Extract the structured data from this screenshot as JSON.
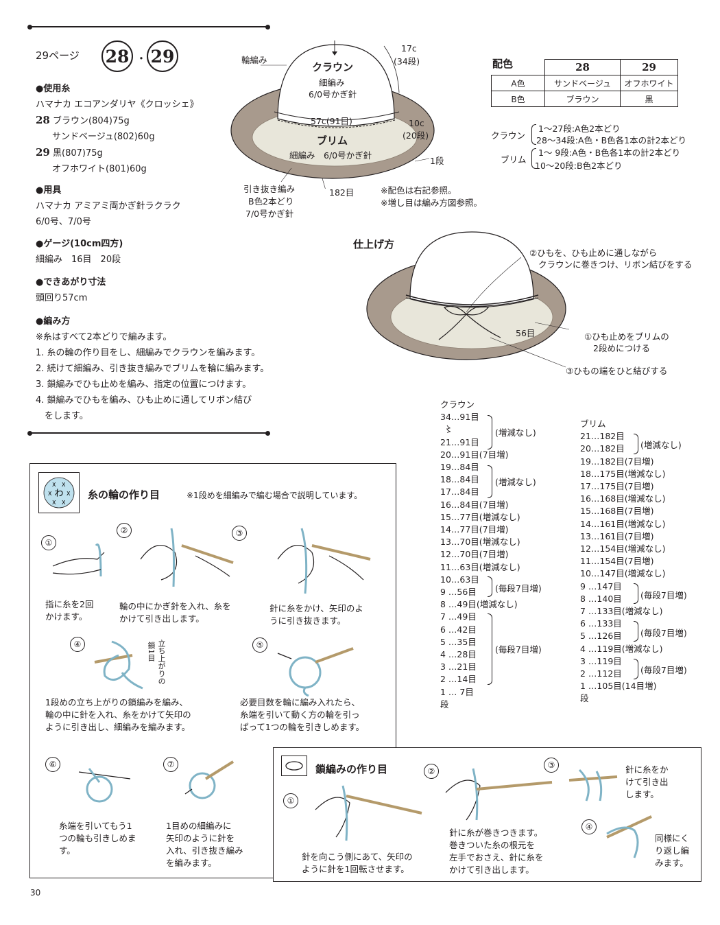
{
  "header": {
    "page_ref": "29ページ",
    "num1": "28",
    "sep": "・",
    "num2": "29"
  },
  "materials": {
    "title": "●使用糸",
    "brand": "ハマナカ エコアンダリヤ《クロッシェ》",
    "m28_num": "28",
    "m28_line1": "ブラウン(804)75g",
    "m28_line2": "サンドベージュ(802)60g",
    "m29_num": "29",
    "m29_line1": "黒(807)75g",
    "m29_line2": "オフホワイト(801)60g"
  },
  "tools": {
    "title": "●用具",
    "line1": "ハマナカ アミアミ両かぎ針ラクラク",
    "line2": "6/0号、7/0号"
  },
  "gauge": {
    "title": "●ゲージ(10cm四方)",
    "line": "細編み　16目　20段"
  },
  "size": {
    "title": "●できあがり寸法",
    "line": "頭回り57cm"
  },
  "method": {
    "title": "●編み方",
    "lines": [
      "※糸はすべて2本どりで編みます。",
      "1. 糸の輪の作り目をし、細編みでクラウンを編みます。",
      "2. 続けて細編み、引き抜き編みでブリムを輪に編みます。",
      "3. 鎖編みでひも止めを編み、指定の位置につけます。",
      "4. 鎖編みでひもを編み、ひも止めに通してリボン結び",
      "　をします。"
    ]
  },
  "hat": {
    "wa": "輪編み",
    "crown": "クラウン",
    "crown_stitch1": "細編み",
    "crown_stitch2": "6/0号かぎ針",
    "c17": "17c",
    "c17b": "(34段)",
    "c57": "57c(91目)",
    "c10": "10c",
    "c10b": "(20段)",
    "brim": "ブリム",
    "brim_stitch": "細編み　6/0号かぎ針",
    "r1": "1段",
    "s182": "182目",
    "hiki1": "引き抜き編み",
    "hiki2": "B色2本どり",
    "hiki3": "7/0号かぎ針",
    "note1": "※配色は右記参照。",
    "note2": "※増し目は編み方図参照。"
  },
  "colors": {
    "title": "配色",
    "h28": "28",
    "h29": "29",
    "rowA": [
      "A色",
      "サンドベージュ",
      "オフホワイト"
    ],
    "rowB": [
      "B色",
      "ブラウン",
      "黒"
    ],
    "crown_label": "クラウン",
    "crown1": "1〜27段:A色2本どり",
    "crown2": "28〜34段:A色・B色各1本の計2本どり",
    "brim_label": "ブリム",
    "brim1": "1〜 9段:A色・B色各1本の計2本どり",
    "brim2": "10〜20段:B色2本どり"
  },
  "finish": {
    "title": "仕上げ方",
    "n2a": "②ひもを、ひも止めに通しながら",
    "n2b": "クラウンに巻きつけ、リボン結びをする",
    "s56": "56目",
    "n1a": "①ひも止めをブリムの",
    "n1b": "2段めにつける",
    "n3": "③ひもの端をひと結びする"
  },
  "crown_table": {
    "title": "クラウン",
    "rows": [
      "34…91目",
      "〻",
      "21…91目",
      "20…91目(7目増)",
      "19…84目",
      "18…84目",
      "17…84目",
      "16…84目(7目増)",
      "15…77目(増減なし)",
      "14…77目(7目増)",
      "13…70目(増減なし)",
      "12…70目(7目増)",
      "11…63目(増減なし)",
      "10…63目",
      "9 …56目",
      "8 …49目(増減なし)",
      "7 …49目",
      "6 …42目",
      "5 …35目",
      "4 …28目",
      "3 …21目",
      "2 …14目",
      "1 … 7目",
      "段"
    ],
    "b1": "(増減なし)",
    "b2": "(増減なし)",
    "b3": "(毎段7目増)",
    "b4": "(毎段7目増)"
  },
  "brim_table": {
    "title": "ブリム",
    "rows": [
      "21…182目",
      "20…182目",
      "19…182目(7目増)",
      "18…175目(増減なし)",
      "17…175目(7目増)",
      "16…168目(増減なし)",
      "15…168目(7目増)",
      "14…161目(増減なし)",
      "13…161目(7目増)",
      "12…154目(増減なし)",
      "11…154目(7目増)",
      "10…147目(増減なし)",
      "9 …147目",
      "8 …140目",
      "7 …133目(増減なし)",
      "6 …133目",
      "5 …126目",
      "4 …119目(増減なし)",
      "3 …119目",
      "2 …112目",
      "1 …105目(14目増)",
      "段"
    ],
    "b1": "(増減なし)",
    "b2": "(毎段7目増)",
    "b3": "(毎段7目増)",
    "b4": "(毎段7目増)"
  },
  "ring": {
    "title": "糸の輪の作り目",
    "note": "※1段めを細編みで編む場合で説明しています。",
    "icon_text": "わ",
    "s1": [
      "指に糸を2回",
      "かけます。"
    ],
    "s2": [
      "輪の中にかぎ針を入れ、糸を",
      "かけて引き出します。"
    ],
    "s3": [
      "針に糸をかけ、矢印のよ",
      "うに引き抜きます。"
    ],
    "s4": [
      "1段めの立ち上がりの鎖編みを編み、",
      "輪の中に針を入れ、糸をかけて矢印の",
      "ように引き出し、細編みを編みます。"
    ],
    "s4_label": "立ち上がりの",
    "s4_label2": "鎖1目",
    "s5": [
      "必要目数を輪に編み入れたら、",
      "糸端を引いて動く方の輪を引っ",
      "ぱって1つの輪を引きしめます。"
    ],
    "s6": [
      "糸端を引いてもう1",
      "つの輪も引きしめま",
      "す。"
    ],
    "s7": [
      "1目めの細編みに",
      "矢印のように針を",
      "入れ、引き抜き編み",
      "を編みます。"
    ]
  },
  "chain": {
    "title": "鎖編みの作り目",
    "s1": [
      "針を向こう側にあて、矢印の",
      "ように針を1回転させます。"
    ],
    "s2": [
      "針に糸が巻きつきます。",
      "巻きついた糸の根元を",
      "左手でおさえ、針に糸を",
      "かけて引き出します。"
    ],
    "s3": [
      "針に糸をか",
      "けて引き出",
      "します。"
    ],
    "s4": [
      "同様にく",
      "り返し編",
      "みます。"
    ]
  },
  "steps": [
    "①",
    "②",
    "③",
    "④",
    "⑤",
    "⑥",
    "⑦"
  ],
  "page_number": "30"
}
